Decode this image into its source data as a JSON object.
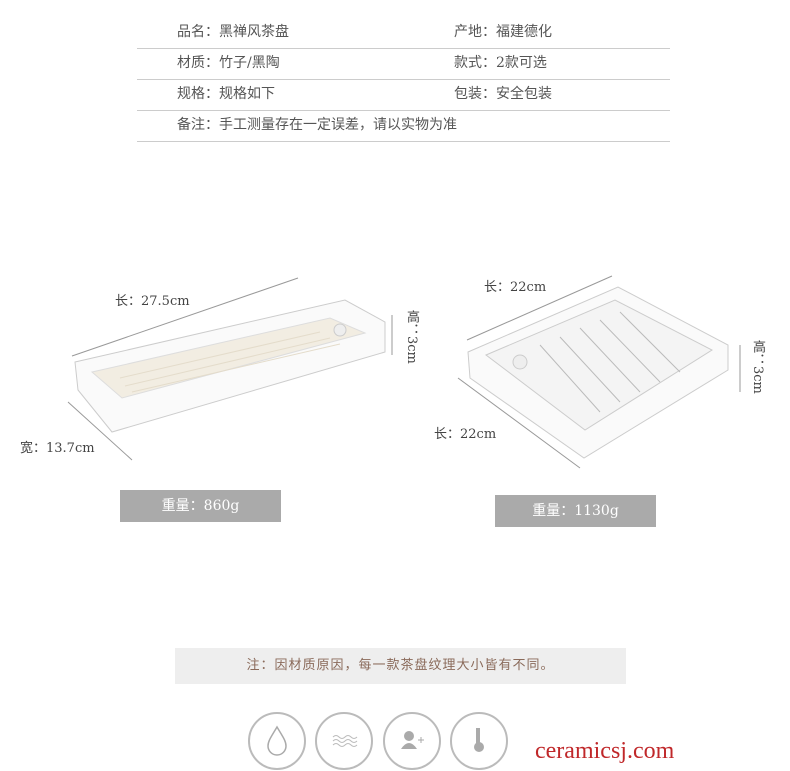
{
  "specs": [
    {
      "left": "品名：黑禅风茶盘",
      "right": "产地：福建德化"
    },
    {
      "left": "材质：竹子/黑陶",
      "right": "款式：2款可选"
    },
    {
      "left": "规格：规格如下",
      "right": "包装：安全包装"
    },
    {
      "left": "备注：手工测量存在一定误差，请以实物为准"
    }
  ],
  "tray1": {
    "length": "长：27.5cm",
    "width": "宽：13.7cm",
    "height": "高：3cm",
    "weight": "重量：860g"
  },
  "tray2": {
    "length_top": "长：22cm",
    "length_side": "长：22cm",
    "height": "高：3cm",
    "weight": "重量：1130g"
  },
  "note": "注：因材质原因，每一款茶盘纹理大小皆有不同。",
  "icons": [
    "water-drop-icon",
    "waves-icon",
    "add-user-icon",
    "thermometer-icon"
  ],
  "watermark": "ceramicsj.com"
}
